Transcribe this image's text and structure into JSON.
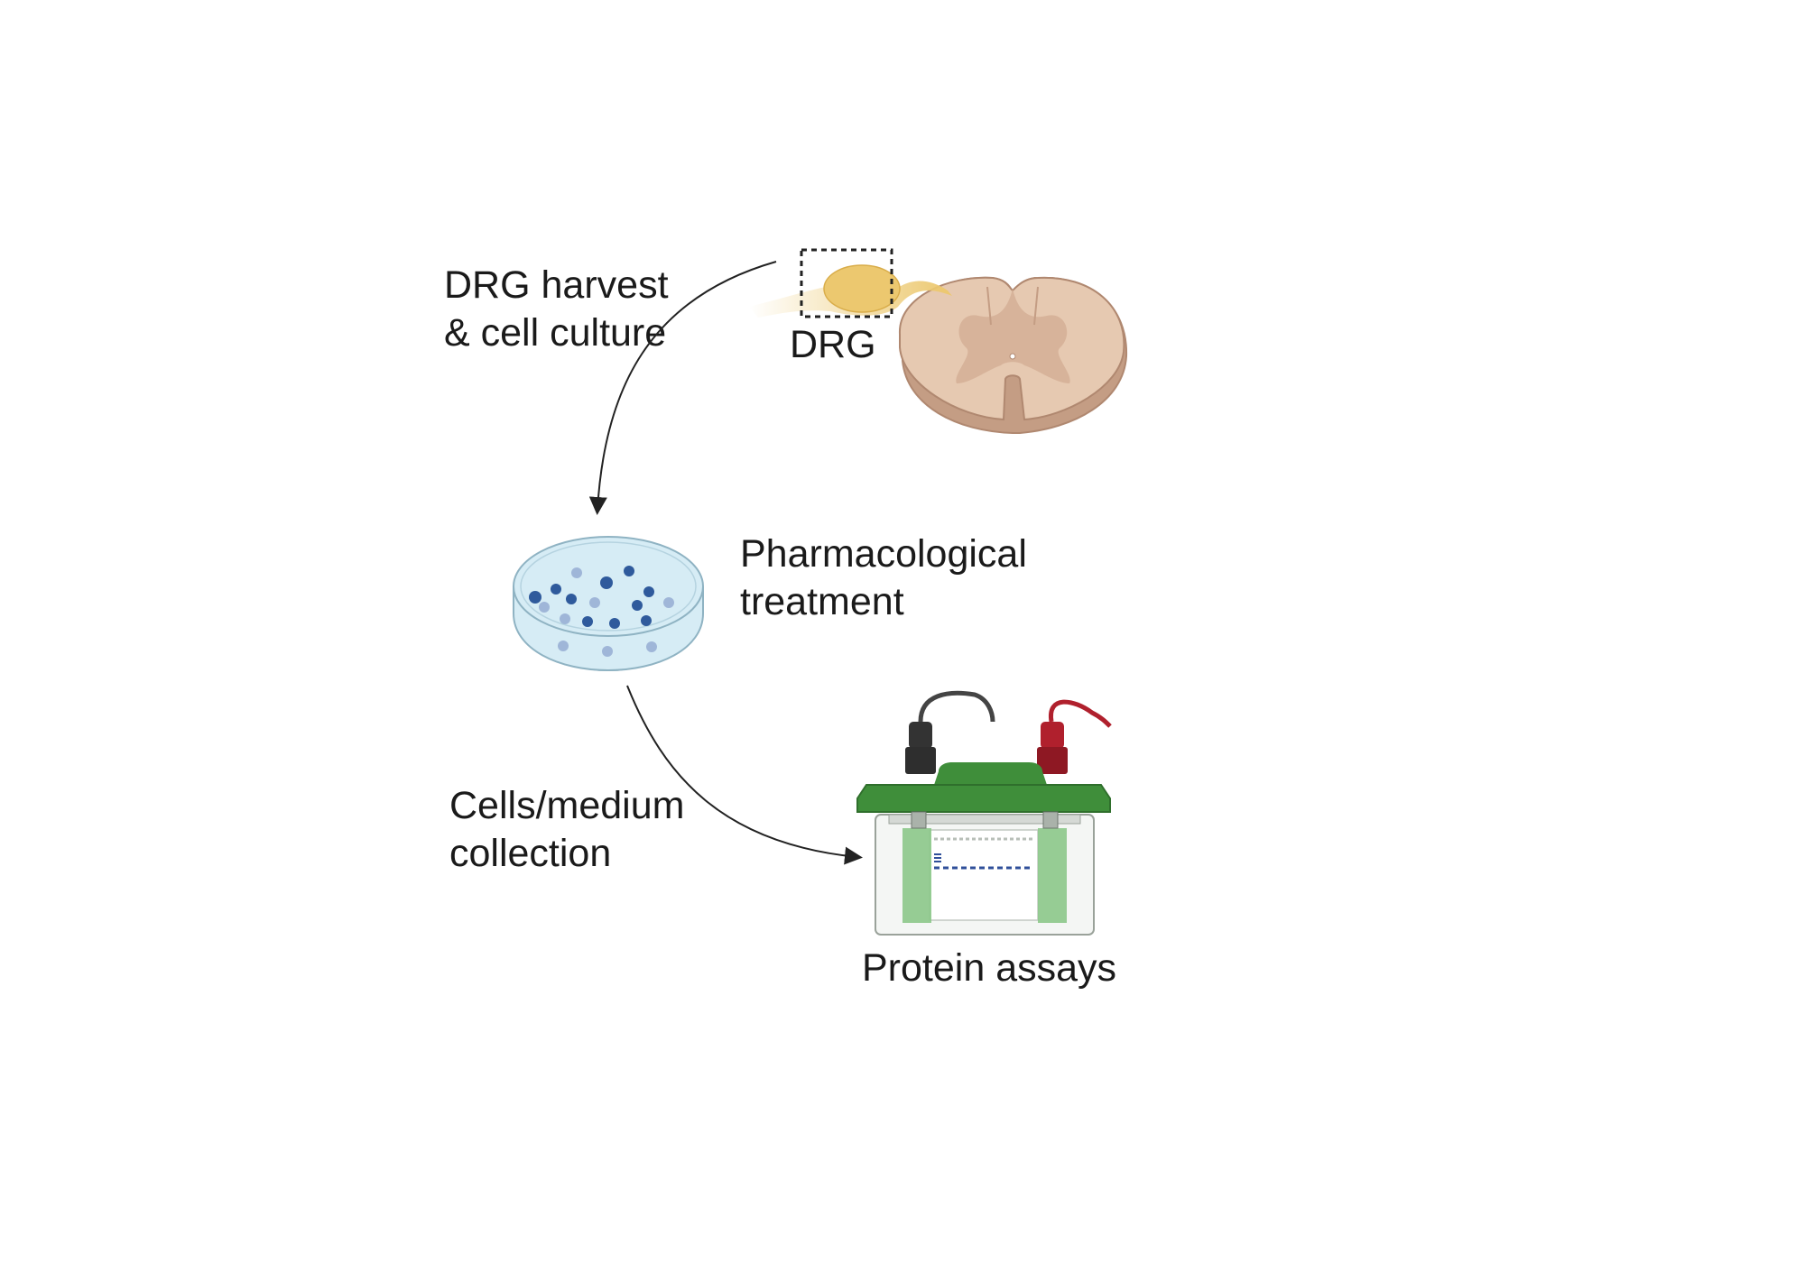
{
  "steps": {
    "harvest_line1": "DRG harvest",
    "harvest_line2": "& cell culture",
    "treatment_line1": "Pharmacological",
    "treatment_line2": "treatment",
    "collection_line1": "Cells/medium",
    "collection_line2": "collection",
    "assays": "Protein assays"
  },
  "structures": {
    "drg_label": "DRG"
  },
  "colors": {
    "tissue": "#e6c9b1",
    "tissue_dark": "#c49d84",
    "grey_matter": "#d7b39a",
    "drg_yellow": "#ecc86f",
    "dish_fluid": "#d6ecf5",
    "cell_dark": "#2f5a9c",
    "cell_light": "#9fb6d8",
    "gel_green": "#3f8e3a",
    "gel_green_light": "#8cc88a",
    "lead_black": "#444444",
    "lead_red": "#b0202d",
    "arrow": "#222222"
  },
  "icons": [
    "spinal-cord-icon",
    "petri-dish-icon",
    "gel-electrophoresis-icon"
  ]
}
